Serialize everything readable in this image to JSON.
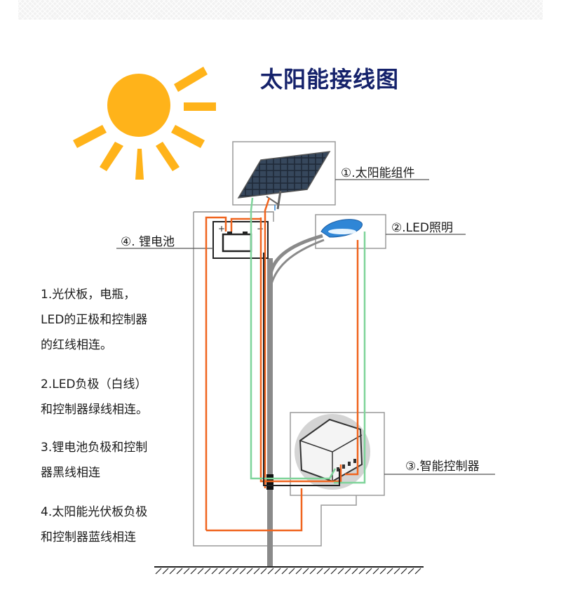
{
  "title": "太阳能接线图",
  "callouts": {
    "solar_panel": "①.太阳能组件",
    "led": "②.LED照明",
    "controller": "③.智能控制器",
    "battery": "④. 锂电池"
  },
  "notes": [
    [
      "1.光伏板，电瓶，",
      "LED的正极和控制器",
      "的红线相连。"
    ],
    [
      "2.LED负极（白线）",
      "和控制器绿线相连。"
    ],
    [
      "3.锂电池负极和控制",
      "器黑线相连"
    ],
    [
      "4.太阳能光伏板负极",
      "和控制器蓝线相连"
    ]
  ],
  "colors": {
    "title": "#15226b",
    "sun": "#ffb31a",
    "wire_red": "#f0641e",
    "wire_green": "#7fd49a",
    "wire_black": "#222222",
    "pole": "#8a8a8a",
    "lamp": "#2f86d6",
    "frame": "#9a9a9a"
  },
  "icons": [
    "sun-icon",
    "solar-panel-icon",
    "battery-icon",
    "led-lamp-icon",
    "controller-icon",
    "ground-icon"
  ]
}
